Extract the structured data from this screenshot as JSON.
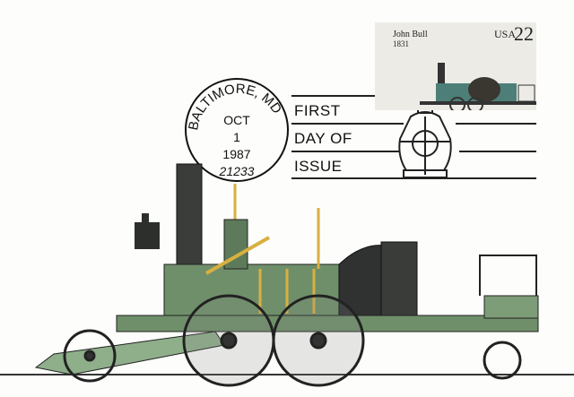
{
  "stamp": {
    "name": "John Bull",
    "year": "1831",
    "country": "USA",
    "value": "22"
  },
  "postmark": {
    "city": "BALTIMORE, MD",
    "month": "OCT",
    "day": "1",
    "year": "1987",
    "zip": "21233"
  },
  "cancel": {
    "line1": "FIRST",
    "line2": "DAY OF",
    "line3": "ISSUE"
  },
  "colors": {
    "engine_green": "#6f8f6a",
    "dark": "#2c2f2c",
    "brass": "#d8b040"
  }
}
